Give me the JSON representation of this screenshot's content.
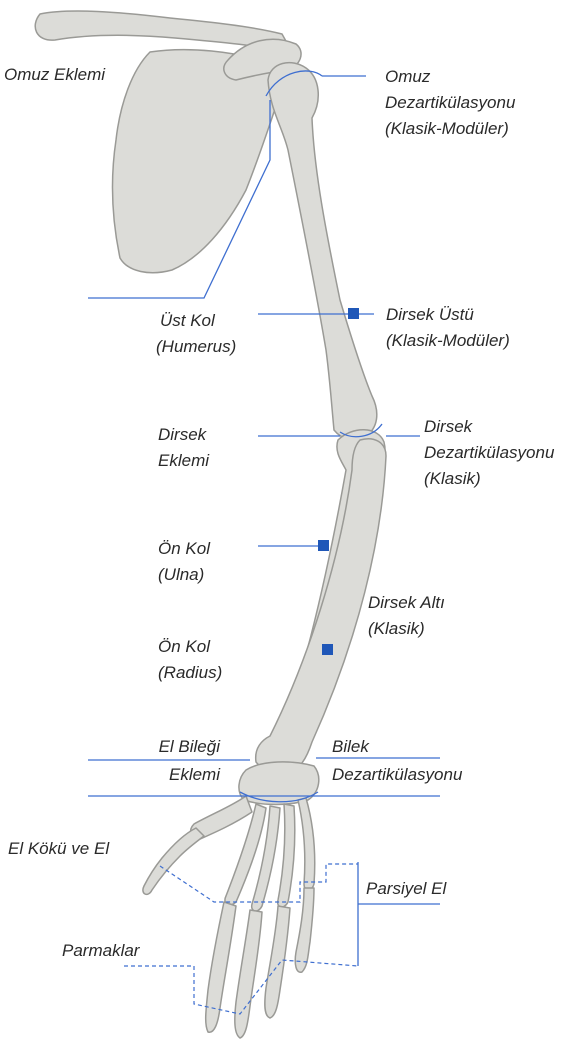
{
  "colors": {
    "line": "#3f6fd0",
    "marker": "#1f57b8",
    "bone_fill": "#dcdcd8",
    "bone_stroke": "#9a9a96",
    "text": "#2a2a2a"
  },
  "labels": {
    "omuz_eklemi": "Omuz Eklemi",
    "omuz_dezart_1": "Omuz",
    "omuz_dezart_2": "Dezartikülasyonu",
    "omuz_dezart_3": "(Klasik-Modüler)",
    "ust_kol_1": "Üst Kol",
    "ust_kol_2": "(Humerus)",
    "dirsek_ustu_1": "Dirsek Üstü",
    "dirsek_ustu_2": "(Klasik-Modüler)",
    "dirsek_eklemi_1": "Dirsek",
    "dirsek_eklemi_2": "Eklemi",
    "dirsek_dezart_1": "Dirsek",
    "dirsek_dezart_2": "Dezartikülasyonu",
    "dirsek_dezart_3": "(Klasik)",
    "on_kol_ulna_1": "Ön Kol",
    "on_kol_ulna_2": "(Ulna)",
    "dirsek_alti_1": "Dirsek Altı",
    "dirsek_alti_2": "(Klasik)",
    "on_kol_radius_1": "Ön Kol",
    "on_kol_radius_2": "(Radius)",
    "el_bilegi_1": "El Bileği",
    "el_bilegi_2": "Eklemi",
    "bilek_dezart_1": "Bilek",
    "bilek_dezart_2": "Dezartikülasyonu",
    "el_koku": "El Kökü ve El",
    "parsiyel_el": "Parsiyel El",
    "parmaklar": "Parmaklar"
  }
}
